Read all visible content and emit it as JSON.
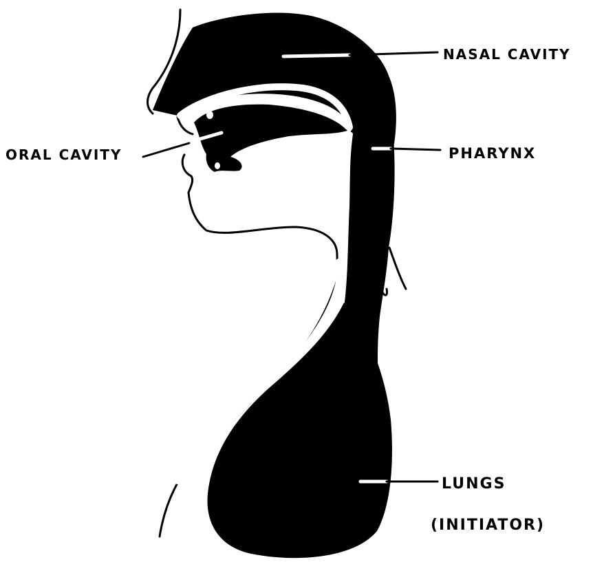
{
  "labels": {
    "nasal_cavity": "NASAL CAVITY",
    "oral_cavity": "ORAL CAVITY",
    "pharynx": "PHARYNX",
    "lungs": "LUNGS",
    "initiator": "(INITIATOR)"
  },
  "colors": {
    "ink": "#000000",
    "paper": "#ffffff"
  }
}
